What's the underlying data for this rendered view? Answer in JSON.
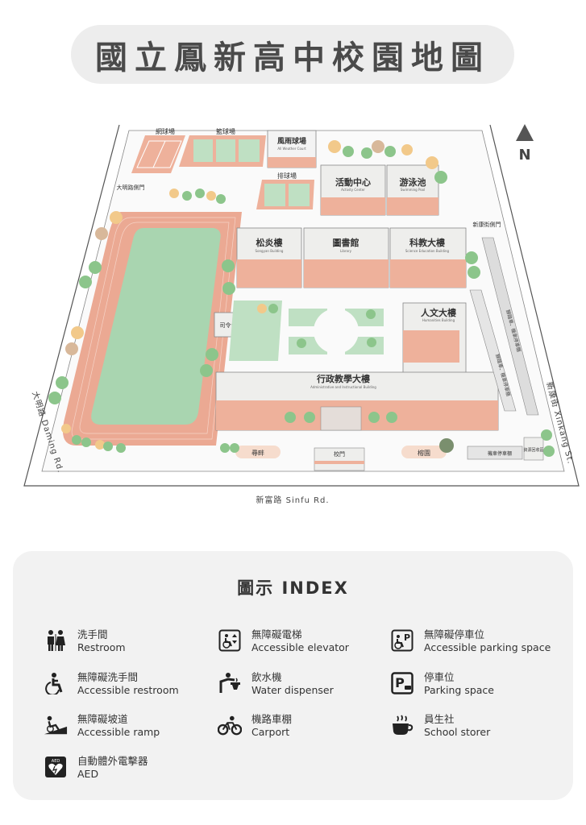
{
  "title": "國立鳳新高中校園地圖",
  "north": "N",
  "colors": {
    "accent": "#eeb19b",
    "track": "#e8a994",
    "field": "#a9d5b0",
    "building": "#eeeeec",
    "lawn": "#bfe0c3",
    "tree_green": "#8cc58b",
    "tree_orange": "#f2c98a",
    "road": "#444444"
  },
  "map": {
    "tennis": "網球場",
    "basketball": "籃球場",
    "allweather": "風雨球場",
    "allweather_en": "All Weather Court",
    "volleyball": "排球場",
    "activity": "活動中心",
    "activity_en": "Activity Center",
    "pool": "游泳池",
    "pool_en": "Swimming Pool",
    "songyan": "松炎樓",
    "songyan_en": "Songyan Building",
    "library": "圖書館",
    "library_en": "Library",
    "science": "科教大樓",
    "science_en": "Science Education Building",
    "humanities": "人文大樓",
    "humanities_en": "Humanities Building",
    "admin": "行政教學大樓",
    "admin_en": "Administrative and Instructional Building",
    "podium": "司令台",
    "side_gate_w": "大明路側門",
    "side_gate_e": "新康街側門",
    "scooter_shed_1": "腳踏車、機車停車棚",
    "scooter_shed_2": "腳踏車、機車停車棚",
    "motor_shed": "機車停車棚",
    "recycle": "資源回收區",
    "xunpan": "尋畔",
    "main_gate": "校門",
    "liyuan": "榕園",
    "road_w": "大明路 Daming Rd.",
    "road_e": "新康街 Xinkang St.",
    "road_s": "新富路 Sinfu Rd."
  },
  "legend": {
    "title": "圖示 INDEX",
    "items": [
      {
        "zh": "洗手間",
        "en": "Restroom",
        "icon": "restroom-icon"
      },
      {
        "zh": "無障礙電梯",
        "en": "Accessible elevator",
        "icon": "accessible-elevator-icon"
      },
      {
        "zh": "無障礙停車位",
        "en": "Accessible parking space",
        "icon": "accessible-parking-icon"
      },
      {
        "zh": "無障礙洗手間",
        "en": "Accessible restroom",
        "icon": "accessible-restroom-icon"
      },
      {
        "zh": "飲水機",
        "en": "Water dispenser",
        "icon": "water-dispenser-icon"
      },
      {
        "zh": "停車位",
        "en": "Parking space",
        "icon": "parking-icon"
      },
      {
        "zh": "無障礙坡道",
        "en": "Accessible ramp",
        "icon": "accessible-ramp-icon"
      },
      {
        "zh": "機路車棚",
        "en": "Carport",
        "icon": "carport-icon"
      },
      {
        "zh": "員生社",
        "en": "School storer",
        "icon": "school-store-icon"
      },
      {
        "zh": "自動體外電擊器",
        "en": "AED",
        "icon": "aed-icon"
      }
    ]
  }
}
